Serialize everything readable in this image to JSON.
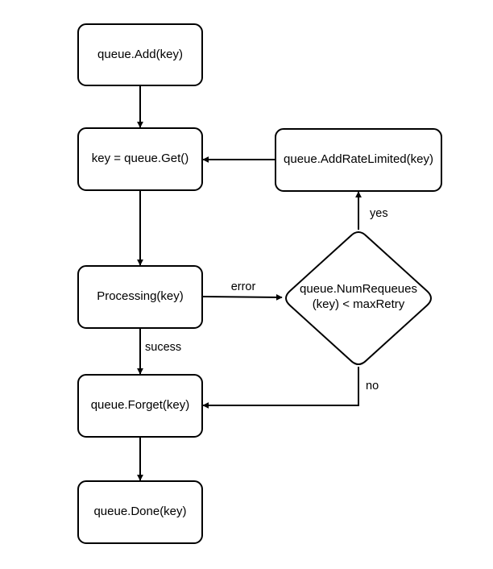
{
  "diagram": {
    "nodes": {
      "add": {
        "label": "queue.Add(key)"
      },
      "get": {
        "label": "key = queue.Get()"
      },
      "processing": {
        "label": "Processing(key)"
      },
      "forget": {
        "label": "queue.Forget(key)"
      },
      "done": {
        "label": "queue.Done(key)"
      },
      "add_rate_limited": {
        "label": "queue.AddRateLimited(key)"
      },
      "decision": {
        "line1": "queue.NumRequeues",
        "line2": "(key) < maxRetry"
      }
    },
    "edges": {
      "error": "error",
      "sucess": "sucess",
      "yes": "yes",
      "no": "no"
    }
  }
}
